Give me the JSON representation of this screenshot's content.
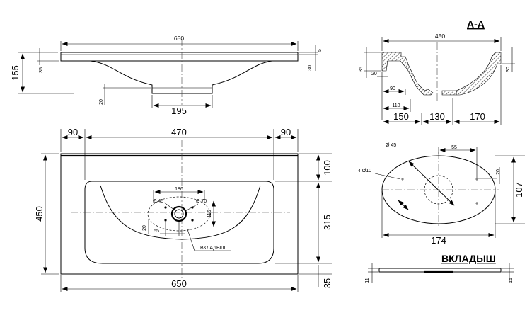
{
  "front_view": {
    "width_650": "650",
    "height_155": "155",
    "rim_35": "35",
    "top_5": "5",
    "right_30": "30",
    "drain_20": "20",
    "drain_195": "195"
  },
  "section": {
    "title": "А-А",
    "width_450": "450",
    "left_35": "35",
    "right_30": "30",
    "d20": "20",
    "d90": "90",
    "d110": "110",
    "d150": "150",
    "d130": "130",
    "d170": "170"
  },
  "plan_view": {
    "top_90_left": "90",
    "top_470": "470",
    "top_90_right": "90",
    "height_450": "450",
    "right_100": "100",
    "right_315": "315",
    "right_35": "35",
    "bottom_650": "650",
    "d180": "180",
    "d45": "Ø 45",
    "d70": "Ø 70",
    "d115": "115",
    "d20": "20",
    "d55": "55",
    "insert_label": "ВКЛАДЫШ"
  },
  "insert_detail": {
    "d45": "Ø 45",
    "d55": "55",
    "holes": "4 Ø10",
    "d20": "20",
    "d107": "107",
    "d174": "174",
    "title": "ВКЛАДЫШ",
    "left_11": "11",
    "right_15": "15"
  }
}
